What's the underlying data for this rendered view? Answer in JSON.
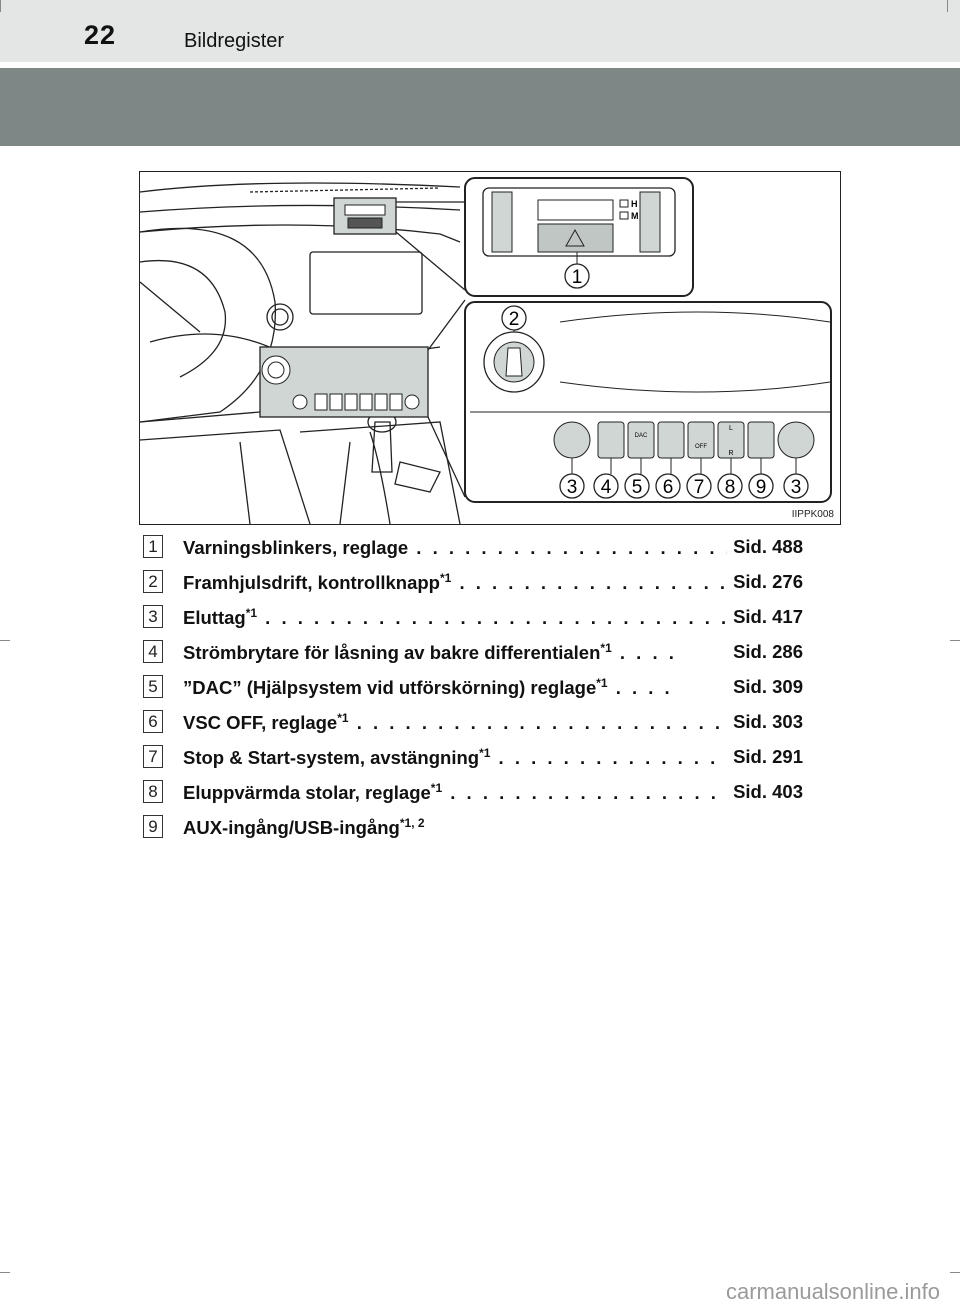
{
  "header": {
    "page_number": "22",
    "section_title": "Bildregister"
  },
  "figure": {
    "code": "IIPPK008",
    "callouts_top": [
      "1"
    ],
    "callout_dial": "2",
    "callouts_bottom": [
      "3",
      "4",
      "5",
      "6",
      "7",
      "8",
      "9",
      "3"
    ],
    "panel_labels": {
      "h": "H",
      "m": "M",
      "dac": "DAC",
      "off": "OFF",
      "l": "L",
      "r": "R"
    }
  },
  "items": [
    {
      "num": "1",
      "text": "Varningsblinkers, reglage",
      "sup": "",
      "dots": " . . . . . . . . . . . . . . . . . . . . . . . . ",
      "page": "Sid. 488"
    },
    {
      "num": "2",
      "text": "Framhjulsdrift, kontrollknapp",
      "sup": "*1",
      "dots": " . . . . . . . . . . . . . . . . . . . ",
      "page": "Sid. 276"
    },
    {
      "num": "3",
      "text": "Eluttag",
      "sup": "*1",
      "dots": " . . . . . . . . . . . . . . . . . . . . . . . . . . . . . . . . . . . . . ",
      "page": "Sid. 417"
    },
    {
      "num": "4",
      "text": "Strömbrytare för låsning av bakre differentialen",
      "sup": "*1",
      "dots": " . . . . ",
      "page": "Sid. 286"
    },
    {
      "num": "5",
      "text": "”DAC” (Hjälpsystem vid utförskörning) reglage",
      "sup": "*1",
      "dots": " . . . . ",
      "page": "Sid. 309"
    },
    {
      "num": "6",
      "text": "VSC OFF, reglage",
      "sup": "*1",
      "dots": " . . . . . . . . . . . . . . . . . . . . . . . . . . . . . ",
      "page": "Sid. 303"
    },
    {
      "num": "7",
      "text": "Stop & Start-system, avstängning",
      "sup": "*1",
      "dots": " . . . . . . . . . . . . . . . . ",
      "page": "Sid. 291"
    },
    {
      "num": "8",
      "text": "Eluppvärmda stolar, reglage",
      "sup": "*1",
      "dots": " . . . . . . . . . . . . . . . . . . . . ",
      "page": "Sid. 403"
    },
    {
      "num": "9",
      "text": "AUX-ingång/USB-ingång",
      "sup": "*1, 2",
      "dots": "",
      "page": ""
    }
  ],
  "watermark": "carmanualsonline.info"
}
